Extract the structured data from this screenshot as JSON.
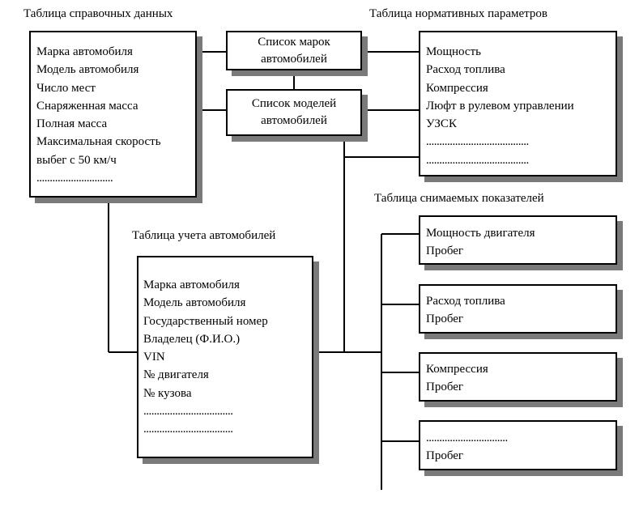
{
  "titles": {
    "reference": "Таблица справочных данных",
    "normative": "Таблица нормативных параметров",
    "readings": "Таблица снимаемых показателей",
    "registry": "Таблица учета автомобилей"
  },
  "reference_box": {
    "lines": [
      "Марка автомобиля",
      "Модель автомобиля",
      "Число мест",
      "Снаряженная масса",
      "Полная масса",
      "Максимальная скорость",
      "выбег с 50 км/ч",
      "............................."
    ]
  },
  "brands_box": {
    "line1": "Список марок",
    "line2": "автомобилей"
  },
  "models_box": {
    "line1": "Список моделей",
    "line2": "автомобилей"
  },
  "normative_box": {
    "lines": [
      "Мощность",
      "Расход топлива",
      "Компрессия",
      "Люфт в рулевом управлении",
      "УЗСК",
      ".......................................",
      "......................................."
    ]
  },
  "registry_box": {
    "lines": [
      "Марка автомобиля",
      "Модель автомобиля",
      "Государственный номер",
      "Владелец (Ф.И.О.)",
      "VIN",
      "№ двигателя",
      "№ кузова",
      "..................................",
      ".................................."
    ]
  },
  "readings_boxes": [
    {
      "line1": "Мощность двигателя",
      "line2": "Пробег"
    },
    {
      "line1": "Расход топлива",
      "line2": "Пробег"
    },
    {
      "line1": "Компрессия",
      "line2": "Пробег"
    },
    {
      "line1": "...............................",
      "line2": "Пробег"
    }
  ]
}
